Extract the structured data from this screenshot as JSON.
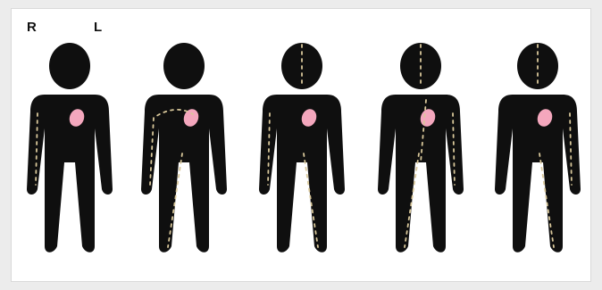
{
  "labels": {
    "right": "R",
    "left": "L"
  },
  "colors": {
    "silhouette": "#0f0f0f",
    "heart": "#f4a7bd",
    "heart_shadow": "#e9869f",
    "dash": "#d8c79a",
    "background": "#ffffff"
  },
  "figures": [
    {
      "id": 1,
      "paths": [
        "right-arm"
      ]
    },
    {
      "id": 2,
      "paths": [
        "right-leg",
        "right-arm-to-heart"
      ]
    },
    {
      "id": 3,
      "paths": [
        "right-arm",
        "left-leg",
        "head-center"
      ]
    },
    {
      "id": 4,
      "paths": [
        "right-leg",
        "trunk-center",
        "head-center",
        "left-arm"
      ]
    },
    {
      "id": 5,
      "paths": [
        "left-leg",
        "left-arm",
        "head-center"
      ]
    }
  ]
}
